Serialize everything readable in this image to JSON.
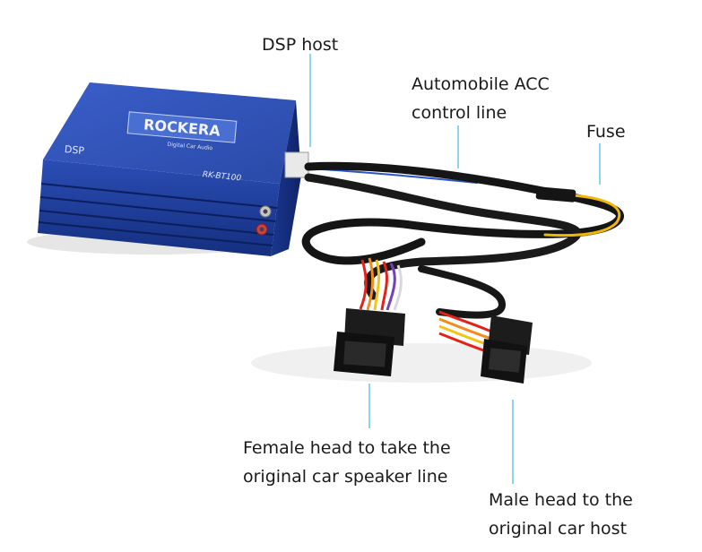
{
  "labels": {
    "dsp_host": "DSP host",
    "acc_line_1": "Automobile ACC",
    "acc_line_2": "control line",
    "fuse": "Fuse",
    "female_line_1": "Female head to take the",
    "female_line_2": "original car speaker line",
    "male_line_1": "Male head to the",
    "male_line_2": "original car host"
  },
  "device": {
    "brand": "ROCKERA",
    "tagline": "Digital Car Audio",
    "face_label": "DSP",
    "model": "RK-BT100"
  },
  "colors": {
    "leader_line": "#8fd4ea",
    "body_blue": "#1f3f9a",
    "cable": "#151515",
    "connector": "#1c1c1c"
  }
}
